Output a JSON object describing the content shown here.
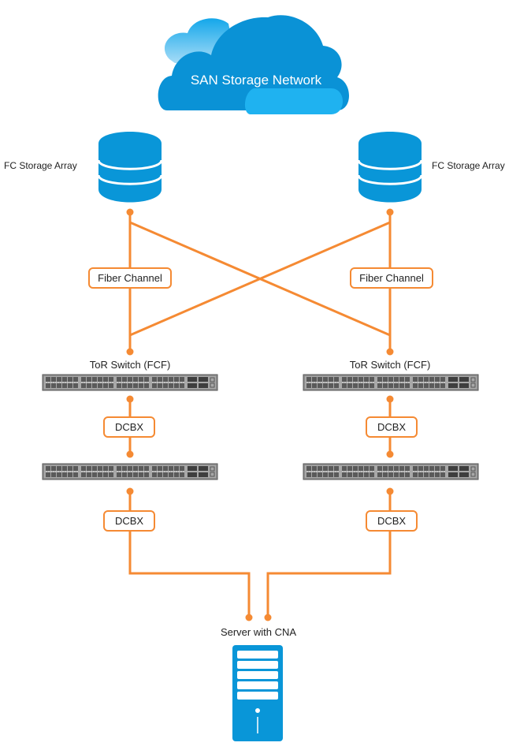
{
  "cloud": {
    "label": "SAN Storage Network"
  },
  "storage_arrays": [
    {
      "label": "FC Storage Array",
      "side": "left"
    },
    {
      "label": "FC Storage Array",
      "side": "right"
    }
  ],
  "fc_links": [
    {
      "label": "Fiber Channel",
      "side": "left"
    },
    {
      "label": "Fiber Channel",
      "side": "right"
    }
  ],
  "tor_switches": [
    {
      "label": "ToR Switch (FCF)",
      "side": "left"
    },
    {
      "label": "ToR Switch (FCF)",
      "side": "right"
    }
  ],
  "dcbx_upper": [
    {
      "label": "DCBX",
      "side": "left"
    },
    {
      "label": "DCBX",
      "side": "right"
    }
  ],
  "dcbx_lower": [
    {
      "label": "DCBX",
      "side": "left"
    },
    {
      "label": "DCBX",
      "side": "right"
    }
  ],
  "server": {
    "label": "Server with CNA"
  },
  "colors": {
    "link": "#f58a33",
    "cloud_dark": "#0a92d6",
    "cloud_light": "#1cb0ef",
    "device_blue": "#0996d8",
    "switch_gray": "#8f8f8f"
  }
}
